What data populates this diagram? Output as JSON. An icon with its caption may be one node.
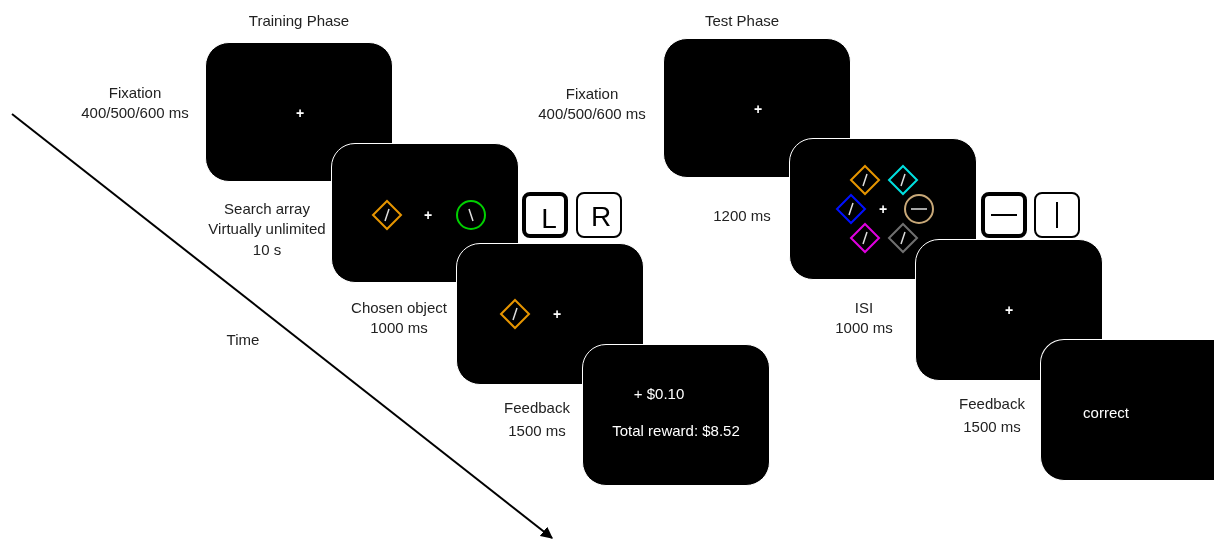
{
  "diagram": {
    "nodes": [
      {
        "text": [
          "+"
        ],
        "beside": [
          "Fixation",
          "400/500/600 ms"
        ]
      },
      {
        "text": [
          "+"
        ],
        "beside": [
          "Search array",
          "Virtually unlimited",
          "10 s"
        ]
      },
      {
        "text": [
          "L"
        ]
      },
      {
        "text": [
          "R"
        ]
      },
      {
        "text": [
          "+"
        ],
        "beside": [
          "Chosen object",
          "1000 ms"
        ]
      },
      {
        "text": [
          "+ $0.10",
          "Total reward: $8.52"
        ],
        "beside": [
          "Feedback",
          "1500 ms"
        ]
      },
      {
        "text": [
          "+"
        ],
        "beside": [
          "Fixation",
          "400/500/600 ms"
        ]
      },
      {
        "text": [
          "+"
        ],
        "beside": [
          "1200 ms"
        ]
      },
      {
        "text": [],
        "shape": "box"
      },
      {
        "text": [],
        "shape": "box"
      },
      {
        "text": [
          "+"
        ],
        "beside": [
          "ISI",
          "1000 ms"
        ]
      },
      {
        "text": [
          "correct"
        ],
        "beside": [
          "Feedback",
          "1500 ms"
        ]
      }
    ],
    "labels": [
      "Training Phase",
      "Test Phase",
      "Time"
    ]
  }
}
